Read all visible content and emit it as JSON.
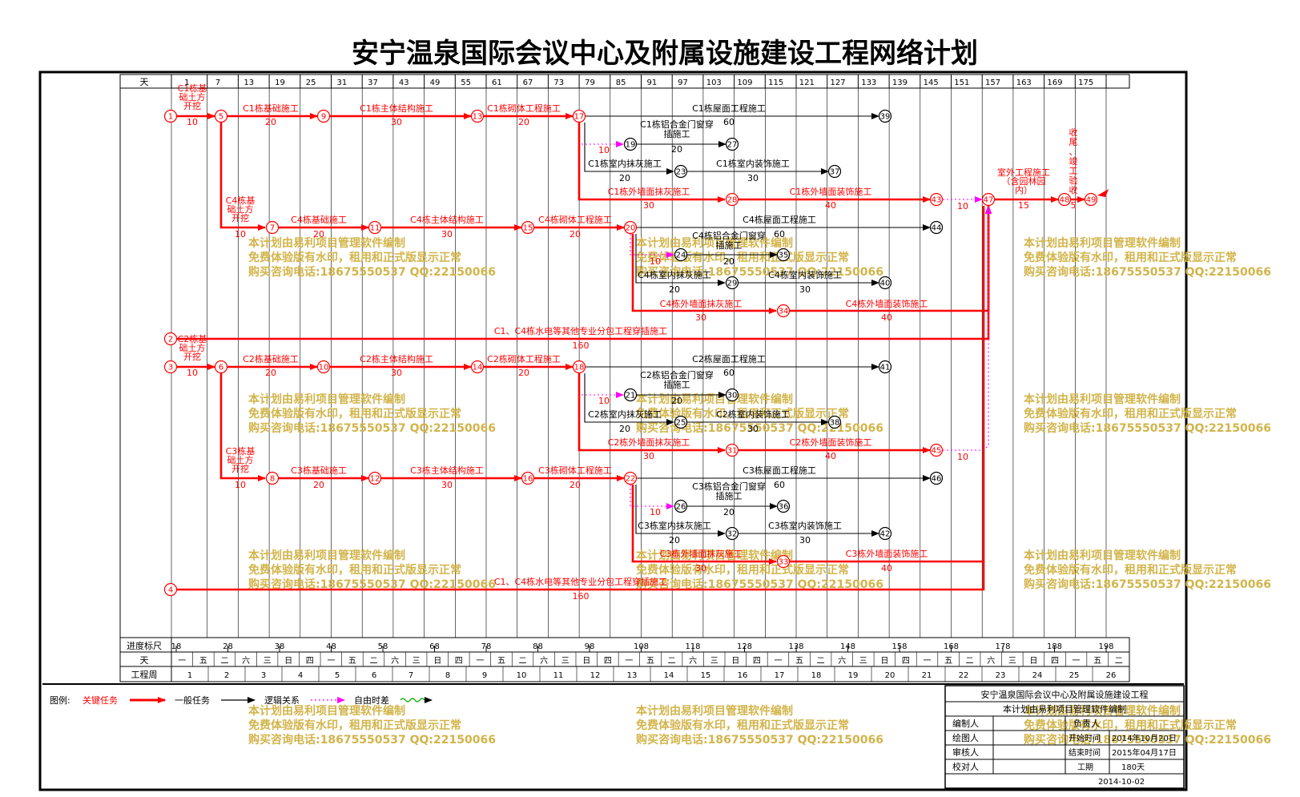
{
  "title": "安宁温泉国际会议中心及附属设施建设工程网络计划",
  "header_label": "天",
  "top_day_ticks": [
    "1",
    "7",
    "13",
    "19",
    "25",
    "31",
    "37",
    "43",
    "49",
    "55",
    "61",
    "67",
    "73",
    "79",
    "85",
    "91",
    "97",
    "103",
    "109",
    "115",
    "121",
    "127",
    "133",
    "139",
    "145",
    "151",
    "157",
    "163",
    "169",
    "175"
  ],
  "progress_label": "进度标尺",
  "progress_ticks": [
    "18",
    "28",
    "38",
    "48",
    "58",
    "68",
    "78",
    "88",
    "98",
    "108",
    "118",
    "128",
    "138",
    "148",
    "158",
    "168",
    "178",
    "188",
    "198"
  ],
  "weekday_label": "天",
  "weekdays": [
    "一",
    "五",
    "二",
    "六",
    "三",
    "日",
    "四",
    "一",
    "五",
    "二",
    "六",
    "三",
    "日",
    "四",
    "一",
    "五",
    "二",
    "六",
    "三",
    "日",
    "四",
    "一",
    "五",
    "二",
    "六",
    "三",
    "日",
    "四",
    "一",
    "五",
    "二",
    "六",
    "三",
    "日",
    "四",
    "一",
    "五",
    "二",
    "六",
    "三",
    "日",
    "四",
    "一",
    "五",
    "二"
  ],
  "week_label": "工程周",
  "weeks": [
    "1",
    "2",
    "3",
    "4",
    "5",
    "6",
    "7",
    "8",
    "9",
    "10",
    "11",
    "12",
    "13",
    "14",
    "15",
    "16",
    "17",
    "18",
    "19",
    "20",
    "21",
    "22",
    "23",
    "24",
    "25",
    "26"
  ],
  "nodes": [
    "1",
    "2",
    "3",
    "4",
    "5",
    "6",
    "7",
    "8",
    "9",
    "10",
    "11",
    "12",
    "13",
    "14",
    "15",
    "16",
    "17",
    "18",
    "19",
    "20",
    "21",
    "22",
    "23",
    "24",
    "25",
    "26",
    "27",
    "28",
    "29",
    "30",
    "31",
    "32",
    "33",
    "34",
    "35",
    "36",
    "37",
    "38",
    "39",
    "40",
    "41",
    "42",
    "43",
    "44",
    "45",
    "46",
    "47",
    "48",
    "49"
  ],
  "tasks": [
    {
      "name": "C1栋基础土方开挖",
      "days": "10",
      "critical": true
    },
    {
      "name": "C1栋基础施工",
      "days": "20",
      "critical": true
    },
    {
      "name": "C1栋主体结构施工",
      "days": "30",
      "critical": true
    },
    {
      "name": "C1栋砌体工程施工",
      "days": "20",
      "critical": true
    },
    {
      "name": "C1栋屋面工程施工",
      "days": "60",
      "critical": false
    },
    {
      "name": "C1栋铝合金门窗穿插施工",
      "days": "20",
      "critical": false
    },
    {
      "name": "C1栋室内抹灰施工",
      "days": "20",
      "critical": false
    },
    {
      "name": "C1栋室内装饰施工",
      "days": "30",
      "critical": false
    },
    {
      "name": "C1栋外墙面抹灰施工",
      "days": "30",
      "critical": true
    },
    {
      "name": "C1栋外墙面装饰施工",
      "days": "40",
      "critical": true
    },
    {
      "name": "室外工程施工（含园林园内）",
      "days": "15",
      "critical": true
    },
    {
      "name": "收尾、竣工验收",
      "days": "5",
      "critical": true
    },
    {
      "name": "C4栋基础土方开挖",
      "days": "10",
      "critical": true
    },
    {
      "name": "C4栋基础施工",
      "days": "20",
      "critical": true
    },
    {
      "name": "C4栋主体结构施工",
      "days": "30",
      "critical": true
    },
    {
      "name": "C4栋砌体工程施工",
      "days": "20",
      "critical": true
    },
    {
      "name": "C4栋屋面工程施工",
      "days": "60",
      "critical": false
    },
    {
      "name": "C4栋铝合金门窗穿插施工",
      "days": "20",
      "critical": false
    },
    {
      "name": "C4栋室内抹灰施工",
      "days": "20",
      "critical": false
    },
    {
      "name": "C4栋室内装饰施工",
      "days": "30",
      "critical": false
    },
    {
      "name": "C4栋外墙面抹灰施工",
      "days": "30",
      "critical": true
    },
    {
      "name": "C4栋外墙面装饰施工",
      "days": "40",
      "critical": true
    },
    {
      "name": "C1、C4栋水电等其他专业分包工程穿插施工",
      "days": "160",
      "critical": true
    },
    {
      "name": "C2栋基础土方开挖",
      "days": "10",
      "critical": true
    },
    {
      "name": "C2栋基础施工",
      "days": "20",
      "critical": true
    },
    {
      "name": "C2栋主体结构施工",
      "days": "30",
      "critical": true
    },
    {
      "name": "C2栋砌体工程施工",
      "days": "20",
      "critical": true
    },
    {
      "name": "C2栋屋面工程施工",
      "days": "60",
      "critical": false
    },
    {
      "name": "C2栋铝合金门窗穿插施工",
      "days": "20",
      "critical": false
    },
    {
      "name": "C2栋室内抹灰施工",
      "days": "20",
      "critical": false
    },
    {
      "name": "C2栋室内装饰施工",
      "days": "30",
      "critical": false
    },
    {
      "name": "C2栋外墙面抹灰施工",
      "days": "30",
      "critical": true
    },
    {
      "name": "C2栋外墙面装饰施工",
      "days": "40",
      "critical": true
    },
    {
      "name": "C3栋基础土方开挖",
      "days": "10",
      "critical": true
    },
    {
      "name": "C3栋基础施工",
      "days": "20",
      "critical": true
    },
    {
      "name": "C3栋主体结构施工",
      "days": "30",
      "critical": true
    },
    {
      "name": "C3栋砌体工程施工",
      "days": "20",
      "critical": true
    },
    {
      "name": "C3栋屋面工程施工",
      "days": "60",
      "critical": false
    },
    {
      "name": "C3栋铝合金门窗穿插施工",
      "days": "20",
      "critical": false
    },
    {
      "name": "C3栋室内抹灰施工",
      "days": "20",
      "critical": false
    },
    {
      "name": "C3栋室内装饰施工",
      "days": "30",
      "critical": false
    },
    {
      "name": "C3栋外墙面抹灰施工",
      "days": "30",
      "critical": true
    },
    {
      "name": "C3栋外墙面装饰施工",
      "days": "40",
      "critical": true
    },
    {
      "name": "C1、C4栋水电等其他专业分包工程穿插施工",
      "days": "160",
      "critical": true
    }
  ],
  "float_days": "10",
  "watermark": [
    "本计划由易利项目管理软件编制",
    "免费体验版有水印，租用和正式版显示正常",
    "购买咨询电话:18675550537 QQ:22150066"
  ],
  "legend": {
    "label": "图例:",
    "critical": "关键任务",
    "normal": "一般任务",
    "logic": "逻辑关系",
    "float": "自由时差"
  },
  "titleblock": {
    "project": "安宁温泉国际会议中心及附属设施建设工程",
    "subtitle": "本计划由易利项目管理软件编制",
    "editor_label": "编制人",
    "owner_label": "负责人",
    "drawer_label": "绘图人",
    "start_label": "开始时间",
    "start_value": "2014年10月20日",
    "reviewer_label": "审核人",
    "end_label": "结束时间",
    "end_value": "2015年04月17日",
    "checker_label": "校对人",
    "duration_label": "工期",
    "duration_value": "180天",
    "date": "2014-10-02"
  },
  "colors": {
    "critical": "#ff0000",
    "normal": "#000000",
    "float": "#ff00ff",
    "watermark": "#d2b44a"
  }
}
